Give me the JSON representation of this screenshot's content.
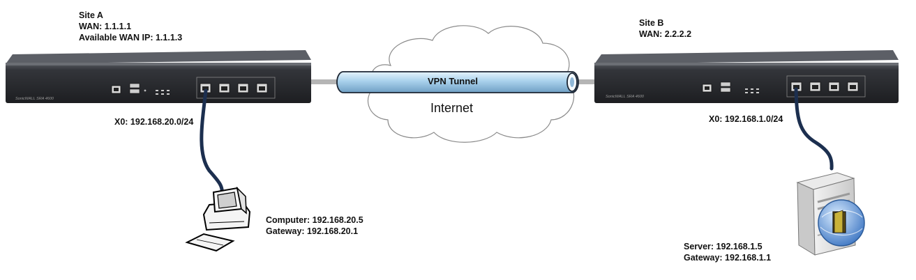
{
  "site_a": {
    "title": "Site A",
    "wan": "WAN: 1.1.1.1",
    "available_wan_ip": "Available WAN IP: 1.1.1.3",
    "x0": "X0: 192.168.20.0/24"
  },
  "site_b": {
    "title": "Site B",
    "wan": "WAN: 2.2.2.2",
    "x0": "X0: 192.168.1.0/24"
  },
  "tunnel": {
    "label": "VPN Tunnel"
  },
  "cloud": {
    "label": "Internet"
  },
  "computer": {
    "ip": "Computer: 192.168.20.5",
    "gateway": "Gateway: 192.168.20.1"
  },
  "server": {
    "ip": "Server: 192.168.1.5",
    "gateway": "Gateway: 192.168.1.1"
  },
  "appliance": {
    "brand": "SonicWALL SRA 4600"
  },
  "colors": {
    "chassis": "#2a2c30",
    "tube": "#b3d6ee",
    "cable": "#1c2f4f",
    "cloud_stroke": "#8a8a8a"
  }
}
